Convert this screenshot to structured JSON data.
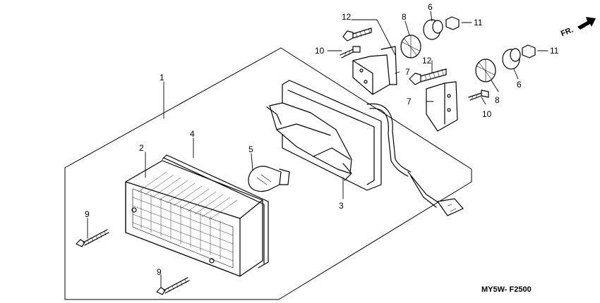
{
  "diagram": {
    "code": "MY5W- F2500",
    "direction_label": "FR.",
    "callouts": {
      "c1": "1",
      "c2": "2",
      "c3": "3",
      "c4": "4",
      "c5": "5",
      "c6a": "6",
      "c6b": "6",
      "c7a": "7",
      "c7b": "7",
      "c8a": "8",
      "c8b": "8",
      "c9a": "9",
      "c9b": "9",
      "c10a": "10",
      "c10b": "10",
      "c11a": "11",
      "c11b": "11",
      "c12a": "12",
      "c12b": "12"
    }
  }
}
